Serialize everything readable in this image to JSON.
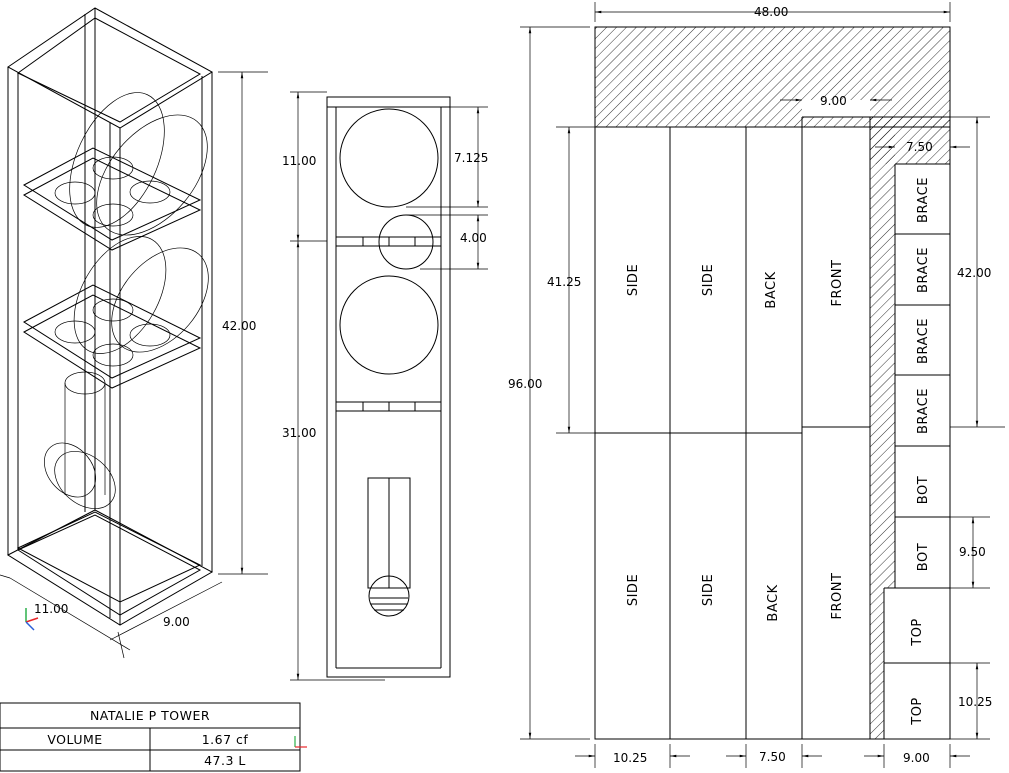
{
  "dimensions": {
    "iso_height": "42.00",
    "iso_depth": "11.00",
    "iso_width": "9.00",
    "front_top": "11.00",
    "front_bottom": "31.00",
    "front_driver_offset": "7.125",
    "front_tweeter": "4.00",
    "sheet_width": "48.00",
    "sheet_height": "96.00",
    "front_strip": "9.00",
    "brace_width": "7.50",
    "panel_length": "41.25",
    "brace_stack": "42.00",
    "bot_height": "9.50",
    "top_height": "10.25",
    "bottom_a": "10.25",
    "bottom_b": "7.50",
    "bottom_c": "9.00"
  },
  "panels": {
    "side": "SIDE",
    "back": "BACK",
    "front": "FRONT",
    "brace": "BRACE",
    "bot": "BOT",
    "top": "TOP"
  },
  "title_block": {
    "name": "NATALIE P TOWER",
    "volume_label": "VOLUME",
    "volume_cf": "1.67 cf",
    "volume_l": "47.3 L"
  },
  "colors": {
    "line": "#000000",
    "ucs_x": "#e8262a",
    "ucs_y": "#2cb04a",
    "ucs_z": "#2a5fd8"
  }
}
